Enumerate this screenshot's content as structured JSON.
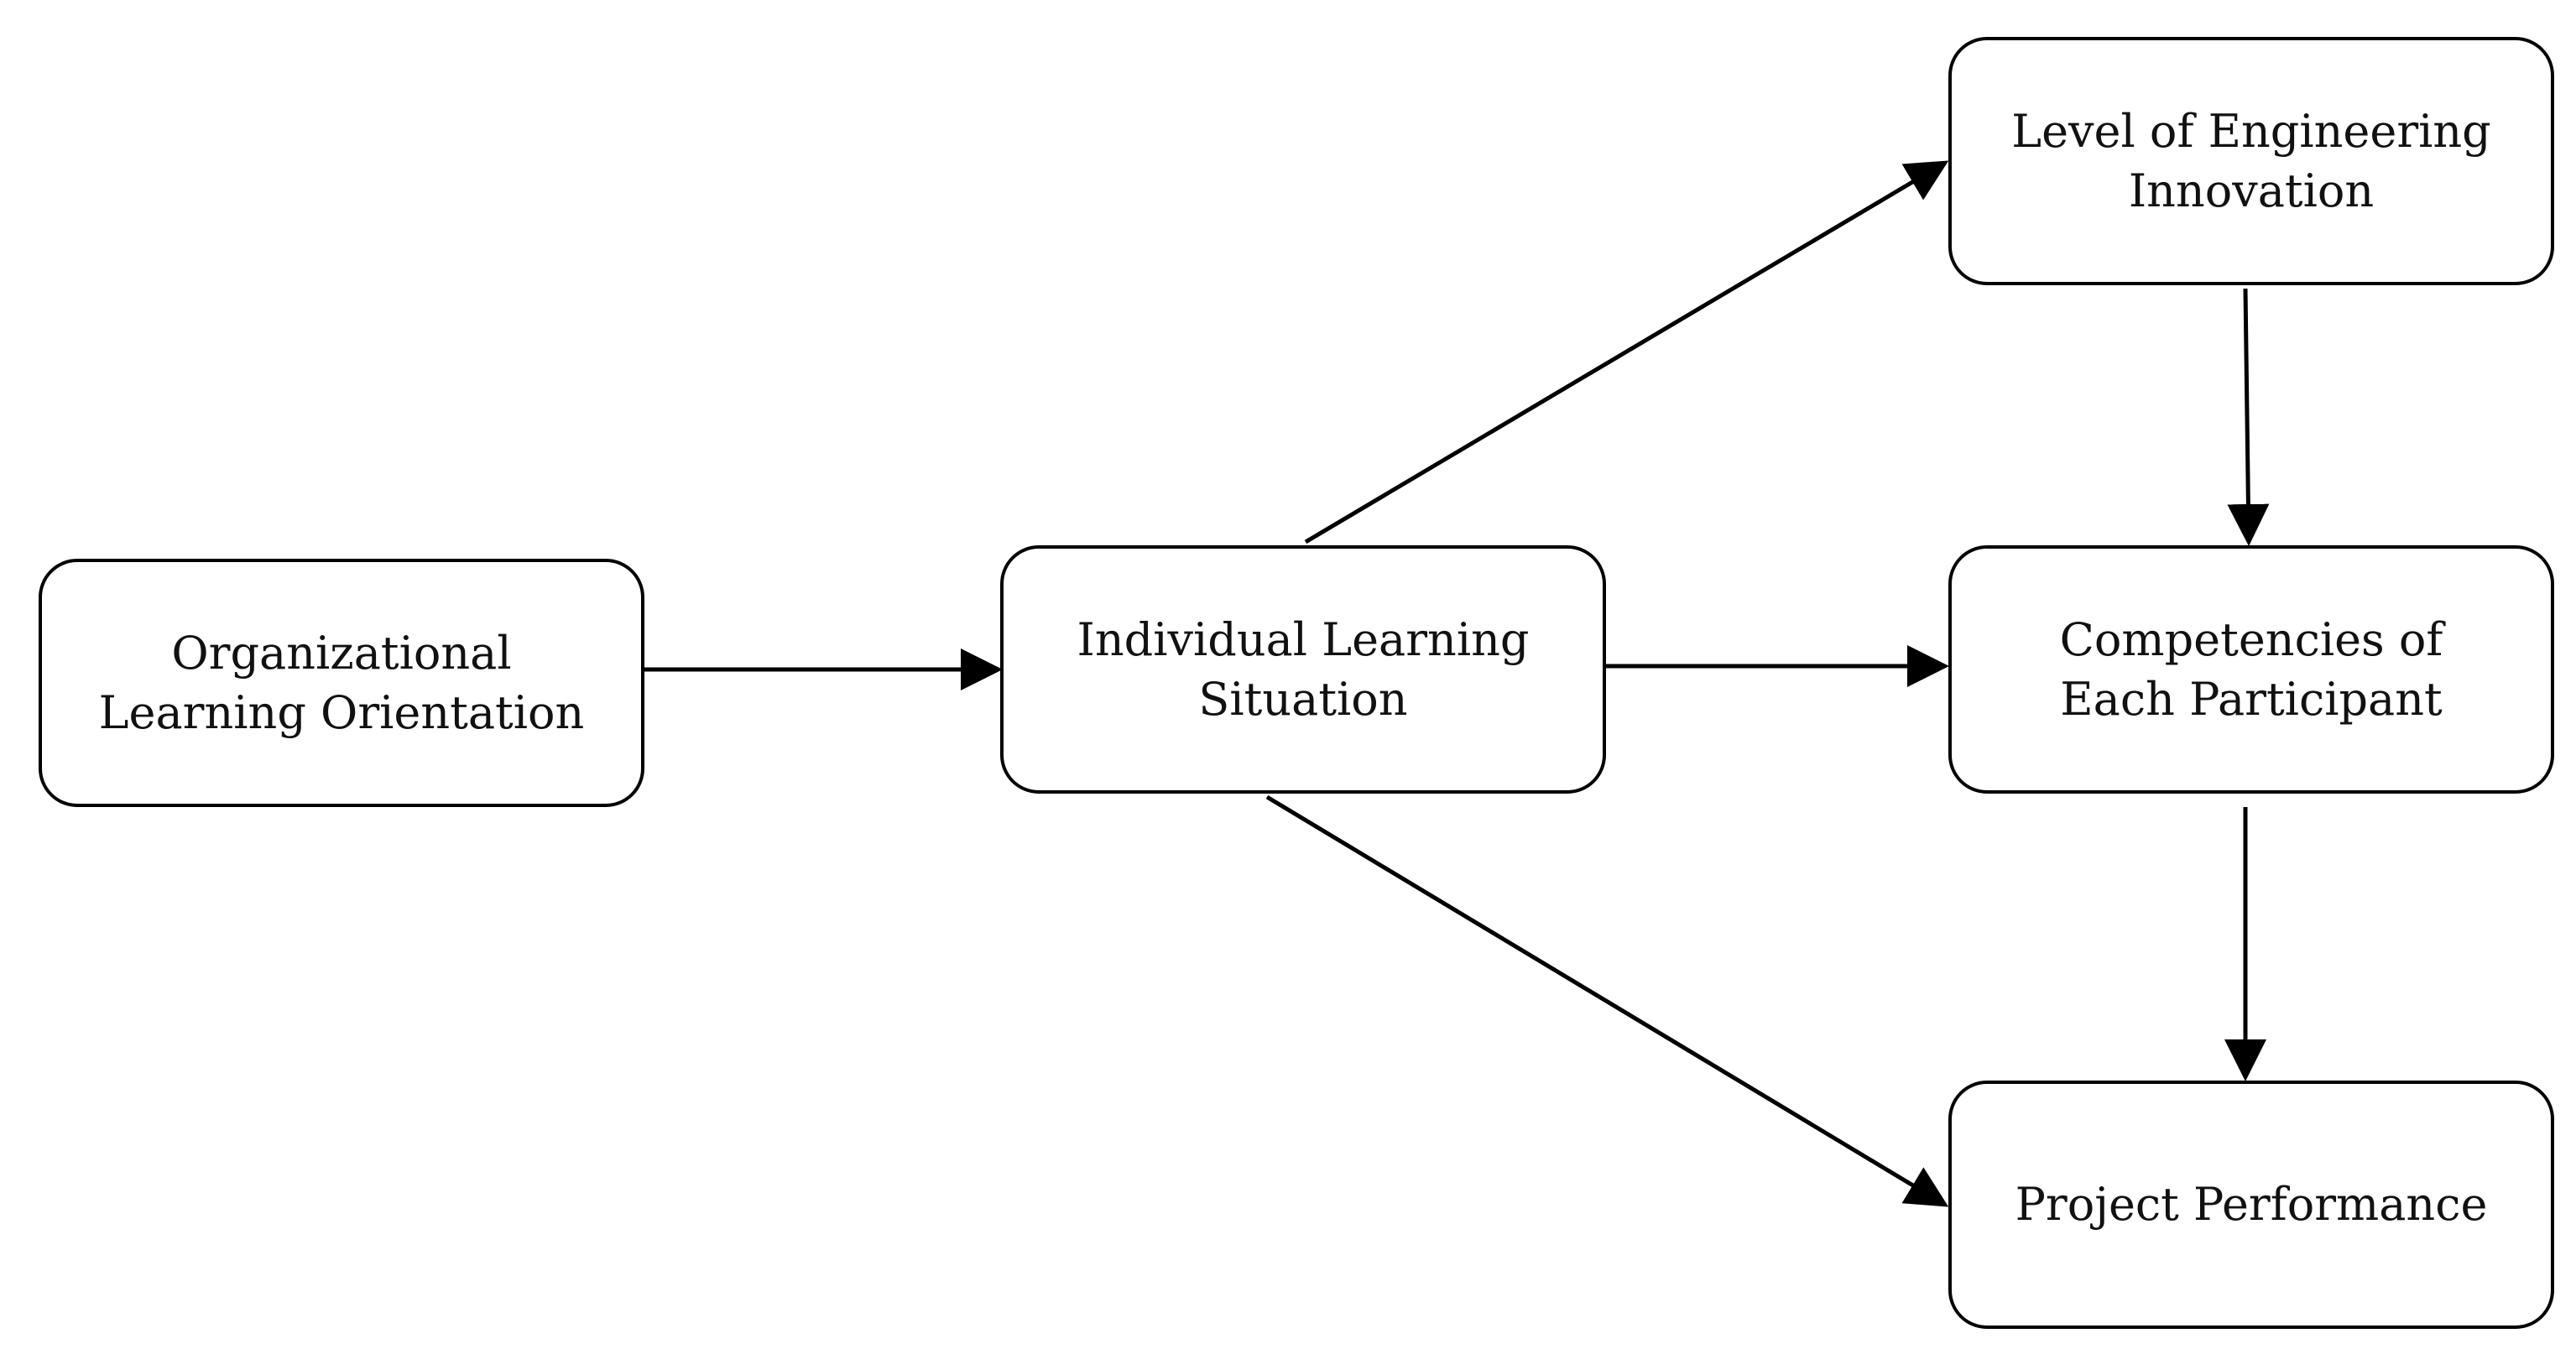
{
  "nodes": {
    "organizational": {
      "line1": "Organizational",
      "line2": "Learning Orientation"
    },
    "individual": {
      "line1": "Individual Learning",
      "line2": "Situation"
    },
    "engineering": {
      "line1": "Level of Engineering",
      "line2": "Innovation"
    },
    "competencies": {
      "line1": "Competencies of",
      "line2": "Each Participant"
    },
    "project": {
      "line1": "Project Performance"
    }
  },
  "colors": {
    "line": "#000000",
    "text": "#111111",
    "background": "#ffffff"
  }
}
